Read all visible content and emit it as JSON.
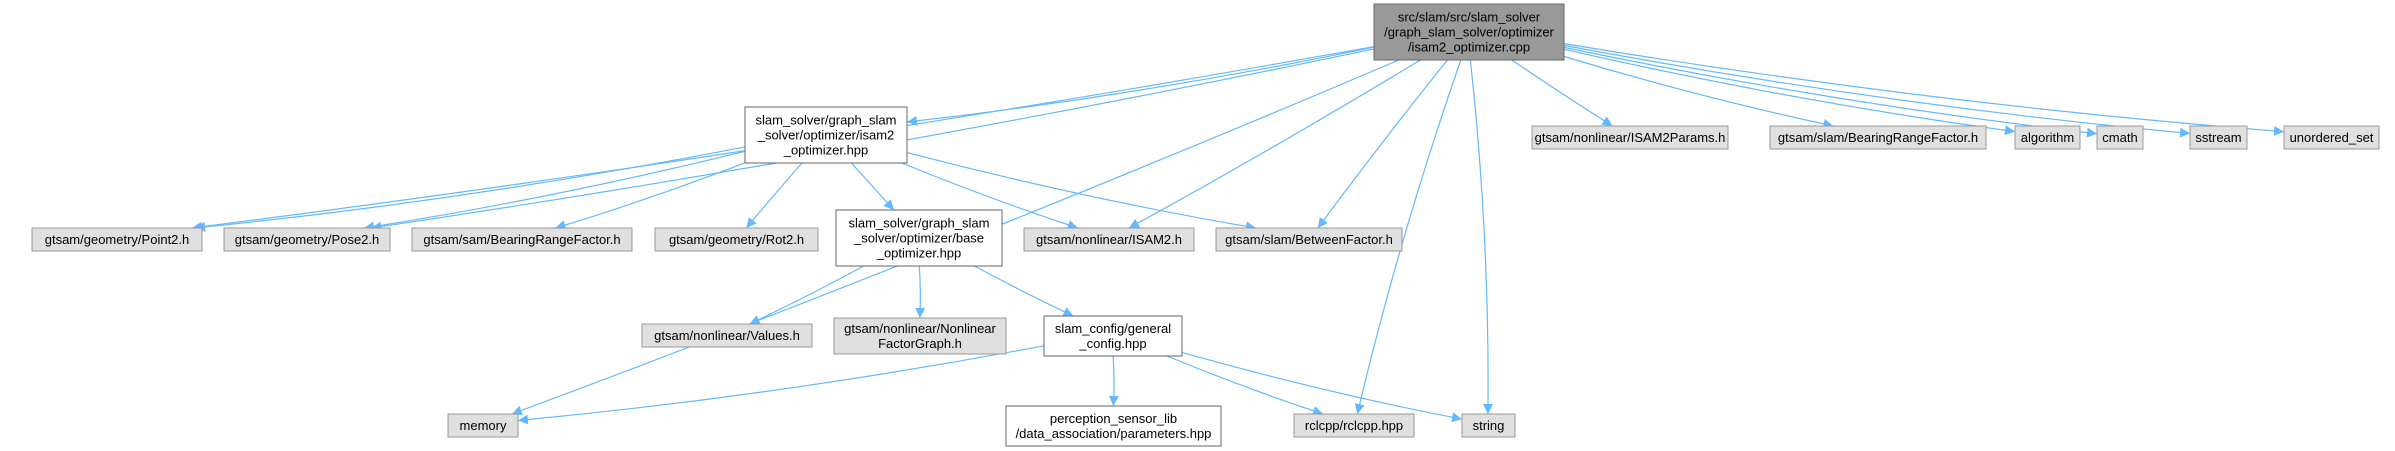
{
  "colors": {
    "edge": "#63b8ff",
    "root_fill": "#999999",
    "header_fill": "#ffffff",
    "system_fill": "#e0e0e0",
    "border_dark": "#666666",
    "border_light": "#999999"
  },
  "nodes": [
    {
      "id": "root",
      "kind": "root",
      "lines": [
        "src/slam/src/slam_solver",
        "/graph_slam_solver/optimizer",
        "/isam2_optimizer.cpp"
      ]
    },
    {
      "id": "isam2_hpp",
      "kind": "header",
      "lines": [
        "slam_solver/graph_slam",
        "_solver/optimizer/isam2",
        "_optimizer.hpp"
      ]
    },
    {
      "id": "point2",
      "kind": "system",
      "lines": [
        "gtsam/geometry/Point2.h"
      ]
    },
    {
      "id": "pose2",
      "kind": "system",
      "lines": [
        "gtsam/geometry/Pose2.h"
      ]
    },
    {
      "id": "sam_brf",
      "kind": "system",
      "lines": [
        "gtsam/sam/BearingRangeFactor.h"
      ]
    },
    {
      "id": "rot2",
      "kind": "system",
      "lines": [
        "gtsam/geometry/Rot2.h"
      ]
    },
    {
      "id": "base_hpp",
      "kind": "header",
      "lines": [
        "slam_solver/graph_slam",
        "_solver/optimizer/base",
        "_optimizer.hpp"
      ]
    },
    {
      "id": "nl_isam2",
      "kind": "system",
      "lines": [
        "gtsam/nonlinear/ISAM2.h"
      ]
    },
    {
      "id": "between",
      "kind": "system",
      "lines": [
        "gtsam/slam/BetweenFactor.h"
      ]
    },
    {
      "id": "isam2params",
      "kind": "system",
      "lines": [
        "gtsam/nonlinear/ISAM2Params.h"
      ]
    },
    {
      "id": "slam_brf",
      "kind": "system",
      "lines": [
        "gtsam/slam/BearingRangeFactor.h"
      ]
    },
    {
      "id": "algorithm",
      "kind": "system",
      "lines": [
        "algorithm"
      ]
    },
    {
      "id": "cmath",
      "kind": "system",
      "lines": [
        "cmath"
      ]
    },
    {
      "id": "sstream",
      "kind": "system",
      "lines": [
        "sstream"
      ]
    },
    {
      "id": "unordered_set",
      "kind": "system",
      "lines": [
        "unordered_set"
      ]
    },
    {
      "id": "values",
      "kind": "system",
      "lines": [
        "gtsam/nonlinear/Values.h"
      ]
    },
    {
      "id": "nlfg",
      "kind": "system",
      "lines": [
        "gtsam/nonlinear/Nonlinear",
        "FactorGraph.h"
      ]
    },
    {
      "id": "general_config",
      "kind": "header",
      "lines": [
        "slam_config/general",
        "_config.hpp"
      ]
    },
    {
      "id": "memory",
      "kind": "system",
      "lines": [
        "memory"
      ]
    },
    {
      "id": "perception",
      "kind": "header",
      "lines": [
        "perception_sensor_lib",
        "/data_association/parameters.hpp"
      ]
    },
    {
      "id": "rclcpp",
      "kind": "system",
      "lines": [
        "rclcpp/rclcpp.hpp"
      ]
    },
    {
      "id": "string",
      "kind": "system",
      "lines": [
        "string"
      ]
    }
  ],
  "edges": [
    [
      "root",
      "isam2_hpp"
    ],
    [
      "root",
      "point2"
    ],
    [
      "root",
      "pose2"
    ],
    [
      "root",
      "nl_isam2"
    ],
    [
      "root",
      "between"
    ],
    [
      "root",
      "isam2params"
    ],
    [
      "root",
      "slam_brf"
    ],
    [
      "root",
      "algorithm"
    ],
    [
      "root",
      "cmath"
    ],
    [
      "root",
      "sstream"
    ],
    [
      "root",
      "unordered_set"
    ],
    [
      "root",
      "memory"
    ],
    [
      "root",
      "rclcpp"
    ],
    [
      "root",
      "string"
    ],
    [
      "isam2_hpp",
      "point2"
    ],
    [
      "isam2_hpp",
      "pose2"
    ],
    [
      "isam2_hpp",
      "sam_brf"
    ],
    [
      "isam2_hpp",
      "rot2"
    ],
    [
      "isam2_hpp",
      "base_hpp"
    ],
    [
      "isam2_hpp",
      "nl_isam2"
    ],
    [
      "isam2_hpp",
      "between"
    ],
    [
      "base_hpp",
      "values"
    ],
    [
      "base_hpp",
      "nlfg"
    ],
    [
      "base_hpp",
      "general_config"
    ],
    [
      "general_config",
      "memory"
    ],
    [
      "general_config",
      "perception"
    ],
    [
      "general_config",
      "rclcpp"
    ],
    [
      "general_config",
      "string"
    ]
  ]
}
